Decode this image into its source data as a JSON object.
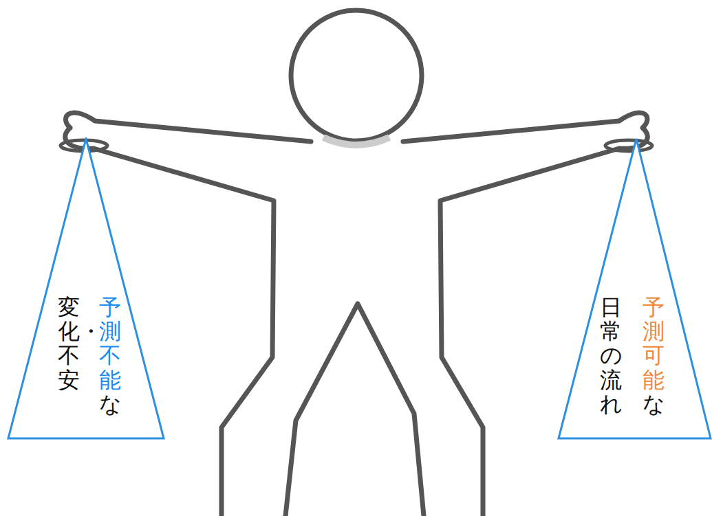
{
  "diagram": {
    "nodes": [
      {
        "text": [
          "予測不能",
          "な",
          "変化・不安"
        ]
      },
      {
        "text": [
          "予測可能",
          "な",
          "日常の流れ"
        ]
      }
    ]
  }
}
